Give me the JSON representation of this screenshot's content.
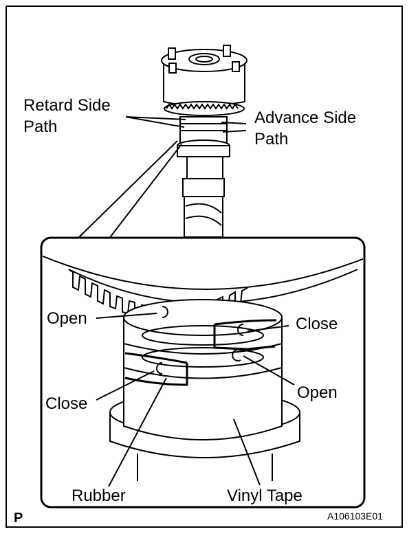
{
  "labels": {
    "retard_side": "Retard Side",
    "retard_path": "Path",
    "advance_side": "Advance Side",
    "advance_path": "Path",
    "open_upper": "Open",
    "close_upper": "Close",
    "close_lower": "Close",
    "open_lower": "Open",
    "rubber": "Rubber",
    "vinyl_tape": "Vinyl Tape",
    "corner_code": "P",
    "figure_id": "A106103E01"
  }
}
